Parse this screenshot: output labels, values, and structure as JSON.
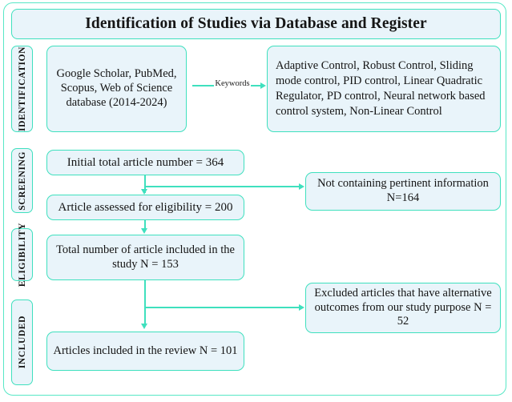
{
  "diagram": {
    "title": "Identification of Studies via Database and Register",
    "colors": {
      "border": "#3FE0BE",
      "fill": "#E9F4FA",
      "frame": "#57E7C6",
      "text": "#151515"
    },
    "stages": [
      {
        "id": "identification",
        "label": "IDENTIFICATION"
      },
      {
        "id": "screening",
        "label": "SCREENING"
      },
      {
        "id": "eligibility",
        "label": "ELIGIBILITY"
      },
      {
        "id": "included",
        "label": "INCLUDED"
      }
    ],
    "boxes": {
      "databases": "Google Scholar, PubMed, Scopus, Web of Science database (2014-2024)",
      "keywords": "Adaptive Control, Robust Control, Sliding mode control, PID control, Linear Quadratic Regulator, PD control, Neural network based control system, Non-Linear Control",
      "initial_total": "Initial total article number = 364",
      "assessed_eligibility": "Article assessed for eligibility = 200",
      "not_pertinent": "Not containing pertinent information N=164",
      "total_included": "Total number of article included in the study N = 153",
      "excluded_alternative": "Excluded articles that have alternative outcomes from our study purpose N = 52",
      "final_included": "Articles included in the review N = 101"
    },
    "connectors": {
      "keywords_label": "Keywords"
    },
    "counts": {
      "initial_total": 364,
      "assessed_eligibility": 200,
      "not_pertinent_excluded": 164,
      "total_included_study": 153,
      "excluded_alternative_outcomes": 52,
      "final_included_review": 101
    }
  }
}
